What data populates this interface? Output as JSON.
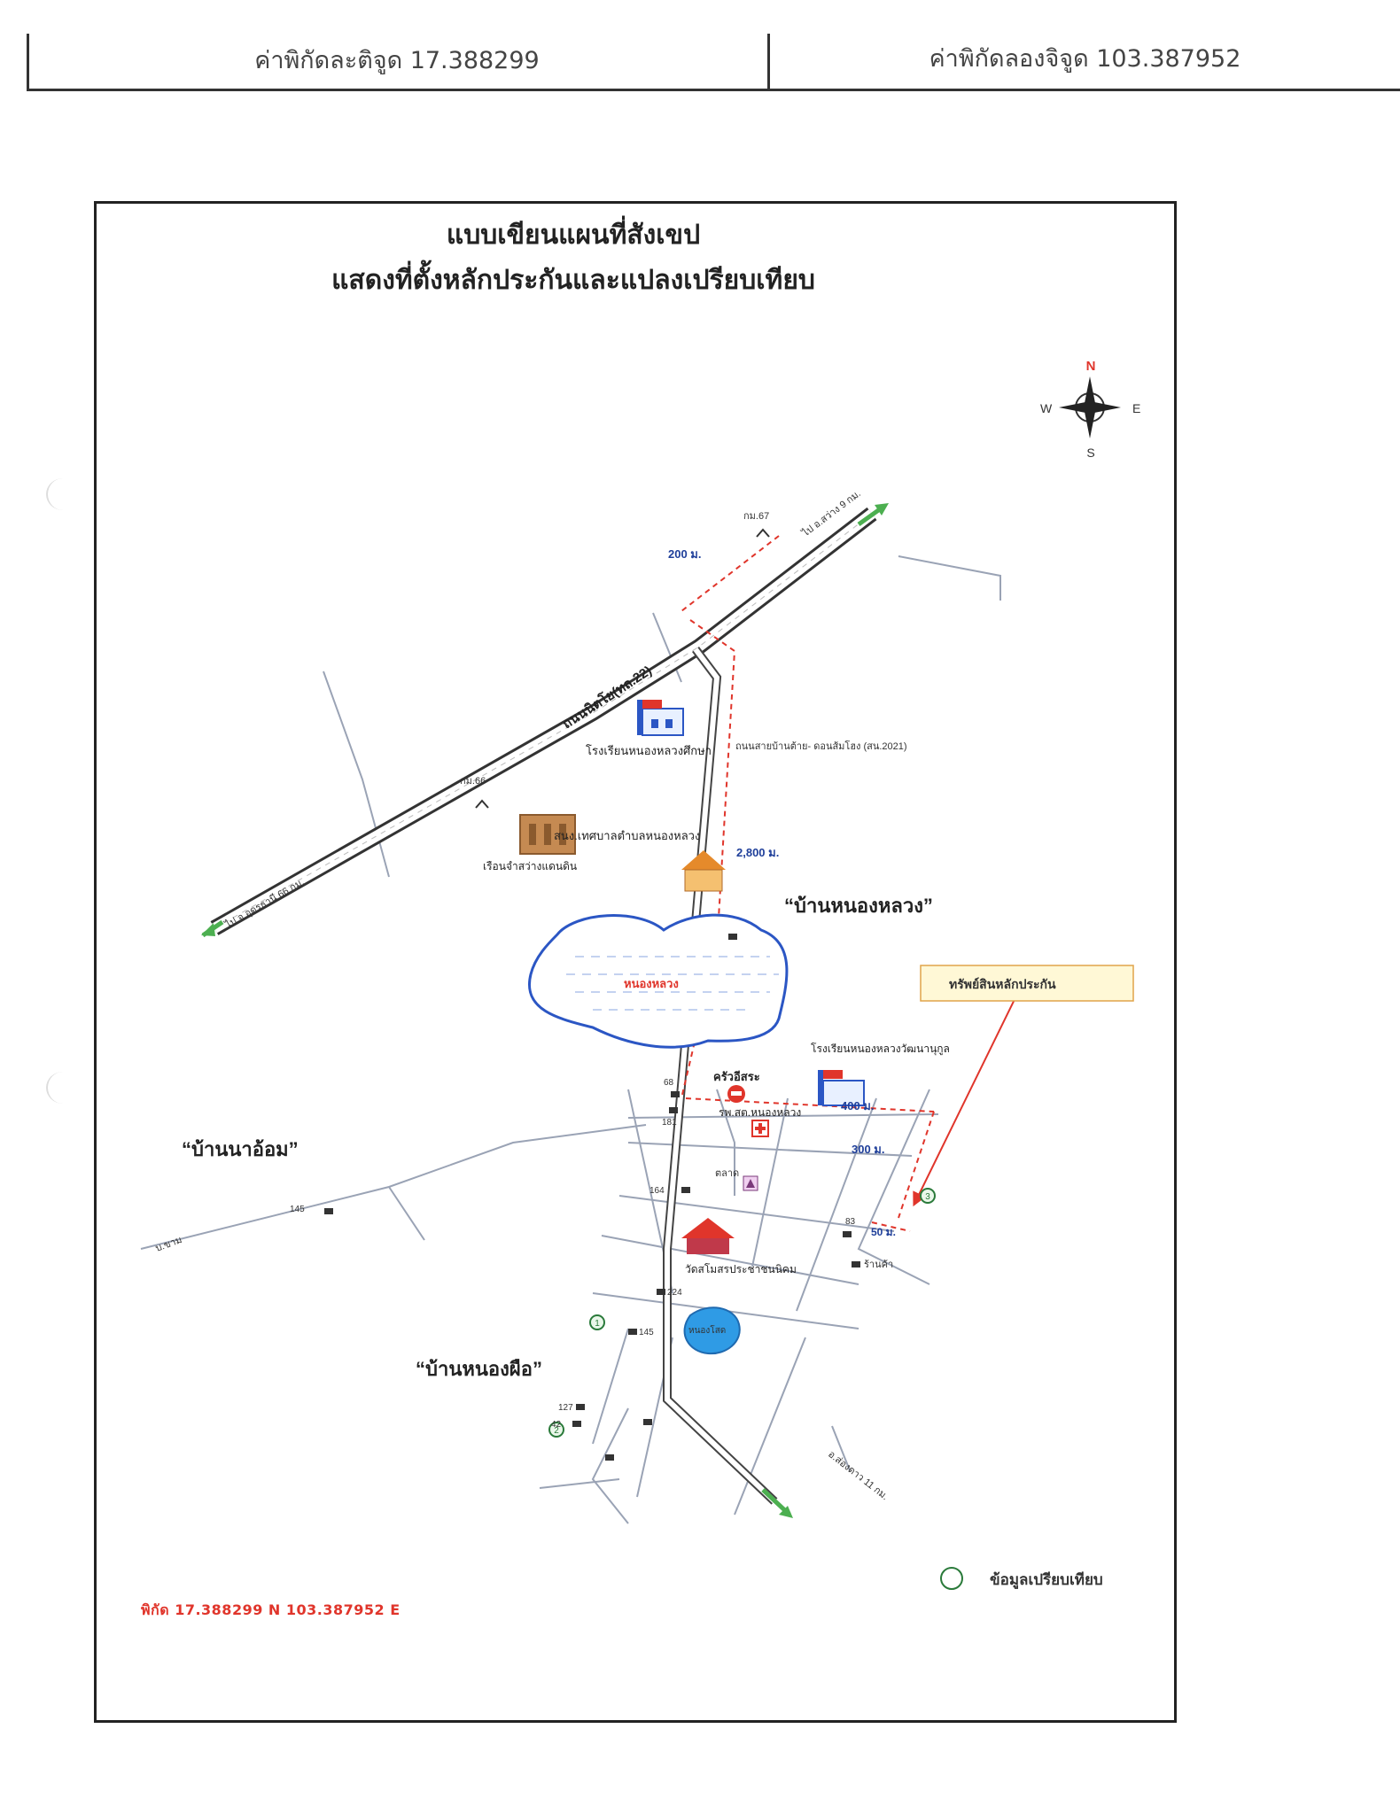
{
  "header": {
    "latitude_label": "ค่าพิกัดละติจูด 17.388299",
    "longitude_label": "ค่าพิกัดลองจิจูด 103.387952"
  },
  "map": {
    "title_line1": "แบบเขียนแผนที่สังเขป",
    "title_line2": "แสดงที่ตั้งหลักประกันและแปลงเปรียบเทียบ",
    "compass": {
      "n": "N",
      "s": "S",
      "e": "E",
      "w": "W"
    },
    "labels": {
      "km67": "กม.67",
      "to_sawang": "ไป อ.สว่าง 9 กม.",
      "dist_200": "200 ม.",
      "highway_name": "ถนนนิตโย(ทล.22)",
      "school_top": "โรงเรียนหนองหลวงศึกษา",
      "local_road": "ถนนสายบ้านต้าย- ดอนส้มโฮง (สน.2021)",
      "km66": "กม.66",
      "municipality": "สนง.เทศบาลตำบลหนองหลวง",
      "dist_2800": "2,800 ม.",
      "prison": "เรือนจำสว่างแดนดิน",
      "to_udon": "ไป จ.อุดรธานี 66 กม.",
      "village_nonglaung": "“บ้านหนองหลวง”",
      "lake": "หนองหลวง",
      "collateral_box": "ทรัพย์สินหลักประกัน",
      "school_wat": "โรงเรียนหนองหลวงวัฒนานุกูล",
      "num_68": "68",
      "kruaisara": "ครัวอีสระ",
      "num_181": "181",
      "dist_400": "400 ม.",
      "hospital": "รพ.สต.หนองหลวง",
      "village_naom": "“บ้านนาอ้อม”",
      "dist_300": "300 ม.",
      "market": "ตลาด",
      "num_164": "164",
      "num_145a": "145",
      "num_83": "83",
      "dist_50": "50 ม.",
      "to_bkham": "บ.ขาม",
      "shop": "ร้านค้า",
      "temple": "วัดสโมสรประชาชนนิคม",
      "num_224": "224",
      "pond": "หนองโสด",
      "num_145b": "145",
      "village_nongphue": "“บ้านหนองผือ”",
      "to_songdao": "อ.ส่องดาว 11 กม.",
      "num_127": "127",
      "num_42": "42",
      "marker1": "1",
      "marker2": "2",
      "marker3": "3"
    },
    "legend_label": "ข้อมูลเปรียบเทียบ",
    "coordinate_note": "พิกัด 17.388299 N 103.387952 E",
    "colors": {
      "road": "#555555",
      "dashed_red": "#e0352b",
      "distance_blue": "#1f3f9a",
      "lake_border": "#2b56c4",
      "arrow_green": "#4caf50",
      "marker_green": "#2a7a3a"
    }
  }
}
